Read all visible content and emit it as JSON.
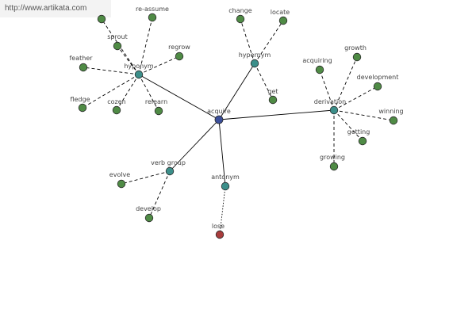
{
  "watermark": "http://www.artikata.com",
  "colors": {
    "center": "#3b4f9a",
    "category": "#3c8f8a",
    "leaf": "#4f8b45",
    "antonym_leaf": "#a83c3c",
    "edge": "#000000"
  },
  "nodes": [
    {
      "id": "acquire",
      "label": "acquire",
      "kind": "center"
    },
    {
      "id": "hyponym",
      "label": "hyponym",
      "kind": "category"
    },
    {
      "id": "hypernym",
      "label": "hypernym",
      "kind": "category"
    },
    {
      "id": "derivation",
      "label": "derivation",
      "kind": "category"
    },
    {
      "id": "verb_group",
      "label": "verb group",
      "kind": "category"
    },
    {
      "id": "antonym",
      "label": "antonym",
      "kind": "category"
    },
    {
      "id": "hypo_top",
      "label": "",
      "kind": "leaf"
    },
    {
      "id": "re_assume",
      "label": "re-assume",
      "kind": "leaf"
    },
    {
      "id": "sprout",
      "label": "sprout",
      "kind": "leaf"
    },
    {
      "id": "regrow",
      "label": "regrow",
      "kind": "leaf"
    },
    {
      "id": "feather",
      "label": "feather",
      "kind": "leaf"
    },
    {
      "id": "fledge",
      "label": "fledge",
      "kind": "leaf"
    },
    {
      "id": "cozen",
      "label": "cozen",
      "kind": "leaf"
    },
    {
      "id": "relearn",
      "label": "relearn",
      "kind": "leaf"
    },
    {
      "id": "change",
      "label": "change",
      "kind": "leaf"
    },
    {
      "id": "locate",
      "label": "locate",
      "kind": "leaf"
    },
    {
      "id": "get",
      "label": "get",
      "kind": "leaf"
    },
    {
      "id": "acquiring",
      "label": "acquiring",
      "kind": "leaf"
    },
    {
      "id": "growth",
      "label": "growth",
      "kind": "leaf"
    },
    {
      "id": "development",
      "label": "development",
      "kind": "leaf"
    },
    {
      "id": "winning",
      "label": "winning",
      "kind": "leaf"
    },
    {
      "id": "getting",
      "label": "getting",
      "kind": "leaf"
    },
    {
      "id": "growing",
      "label": "growing",
      "kind": "leaf"
    },
    {
      "id": "evolve",
      "label": "evolve",
      "kind": "leaf"
    },
    {
      "id": "develop",
      "label": "develop",
      "kind": "leaf"
    },
    {
      "id": "lose",
      "label": "lose",
      "kind": "antonym_leaf"
    }
  ],
  "edges": [
    {
      "from": "acquire",
      "to": "hyponym",
      "style": "solid"
    },
    {
      "from": "acquire",
      "to": "hypernym",
      "style": "solid"
    },
    {
      "from": "acquire",
      "to": "derivation",
      "style": "solid"
    },
    {
      "from": "acquire",
      "to": "verb_group",
      "style": "solid"
    },
    {
      "from": "acquire",
      "to": "antonym",
      "style": "solid"
    },
    {
      "from": "hyponym",
      "to": "hypo_top",
      "style": "dashed"
    },
    {
      "from": "hyponym",
      "to": "re_assume",
      "style": "dashed"
    },
    {
      "from": "hyponym",
      "to": "sprout",
      "style": "dashed"
    },
    {
      "from": "hyponym",
      "to": "regrow",
      "style": "dashed"
    },
    {
      "from": "hyponym",
      "to": "feather",
      "style": "dashed"
    },
    {
      "from": "hyponym",
      "to": "fledge",
      "style": "dashed"
    },
    {
      "from": "hyponym",
      "to": "cozen",
      "style": "dashed"
    },
    {
      "from": "hyponym",
      "to": "relearn",
      "style": "dashed"
    },
    {
      "from": "hypernym",
      "to": "change",
      "style": "dashed"
    },
    {
      "from": "hypernym",
      "to": "locate",
      "style": "dashed"
    },
    {
      "from": "hypernym",
      "to": "get",
      "style": "dashed"
    },
    {
      "from": "derivation",
      "to": "acquiring",
      "style": "dashed"
    },
    {
      "from": "derivation",
      "to": "growth",
      "style": "dashed"
    },
    {
      "from": "derivation",
      "to": "development",
      "style": "dashed"
    },
    {
      "from": "derivation",
      "to": "winning",
      "style": "dashed"
    },
    {
      "from": "derivation",
      "to": "getting",
      "style": "dashed"
    },
    {
      "from": "derivation",
      "to": "growing",
      "style": "dashed"
    },
    {
      "from": "verb_group",
      "to": "evolve",
      "style": "dashed"
    },
    {
      "from": "verb_group",
      "to": "develop",
      "style": "dashed"
    },
    {
      "from": "antonym",
      "to": "lose",
      "style": "dotted"
    }
  ]
}
